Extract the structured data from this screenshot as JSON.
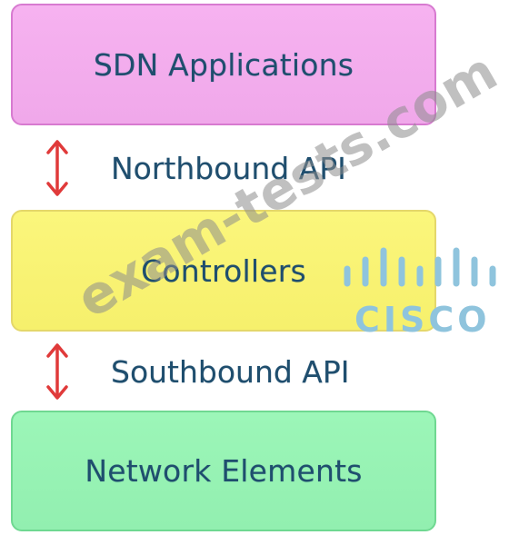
{
  "layers": {
    "top": "SDN Applications",
    "middle": "Controllers",
    "bottom": "Network Elements"
  },
  "apis": {
    "north": "Northbound API",
    "south": "Southbound API"
  },
  "watermark": "exam-tests.com",
  "logo": "CISCO",
  "colors": {
    "apps_fill": "#f3adee",
    "controllers_fill": "#f8f274",
    "network_fill": "#97f2b4",
    "label_text": "#1f4e6e",
    "arrow": "#e03a3a",
    "cisco_logo": "#8fc4dd"
  },
  "icons": {
    "api_arrow": "double-headed-vertical-arrow",
    "logo": "cisco-bars-logo"
  }
}
